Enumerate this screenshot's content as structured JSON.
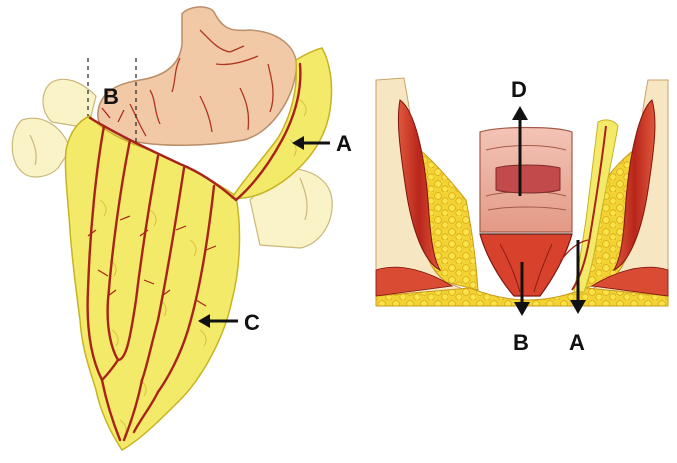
{
  "left_panel": {
    "labels": {
      "a": "A",
      "b": "B",
      "c": "C"
    }
  },
  "right_panel": {
    "labels": {
      "a": "A",
      "b": "B",
      "d": "D"
    }
  },
  "colors": {
    "omentum": "#f4ea6a",
    "omentum_edge": "#c8b322",
    "vessel": "#a8231a",
    "stomach": "#f2c9a7",
    "muscle": "#c83a24",
    "fat": "#f0cd24"
  }
}
